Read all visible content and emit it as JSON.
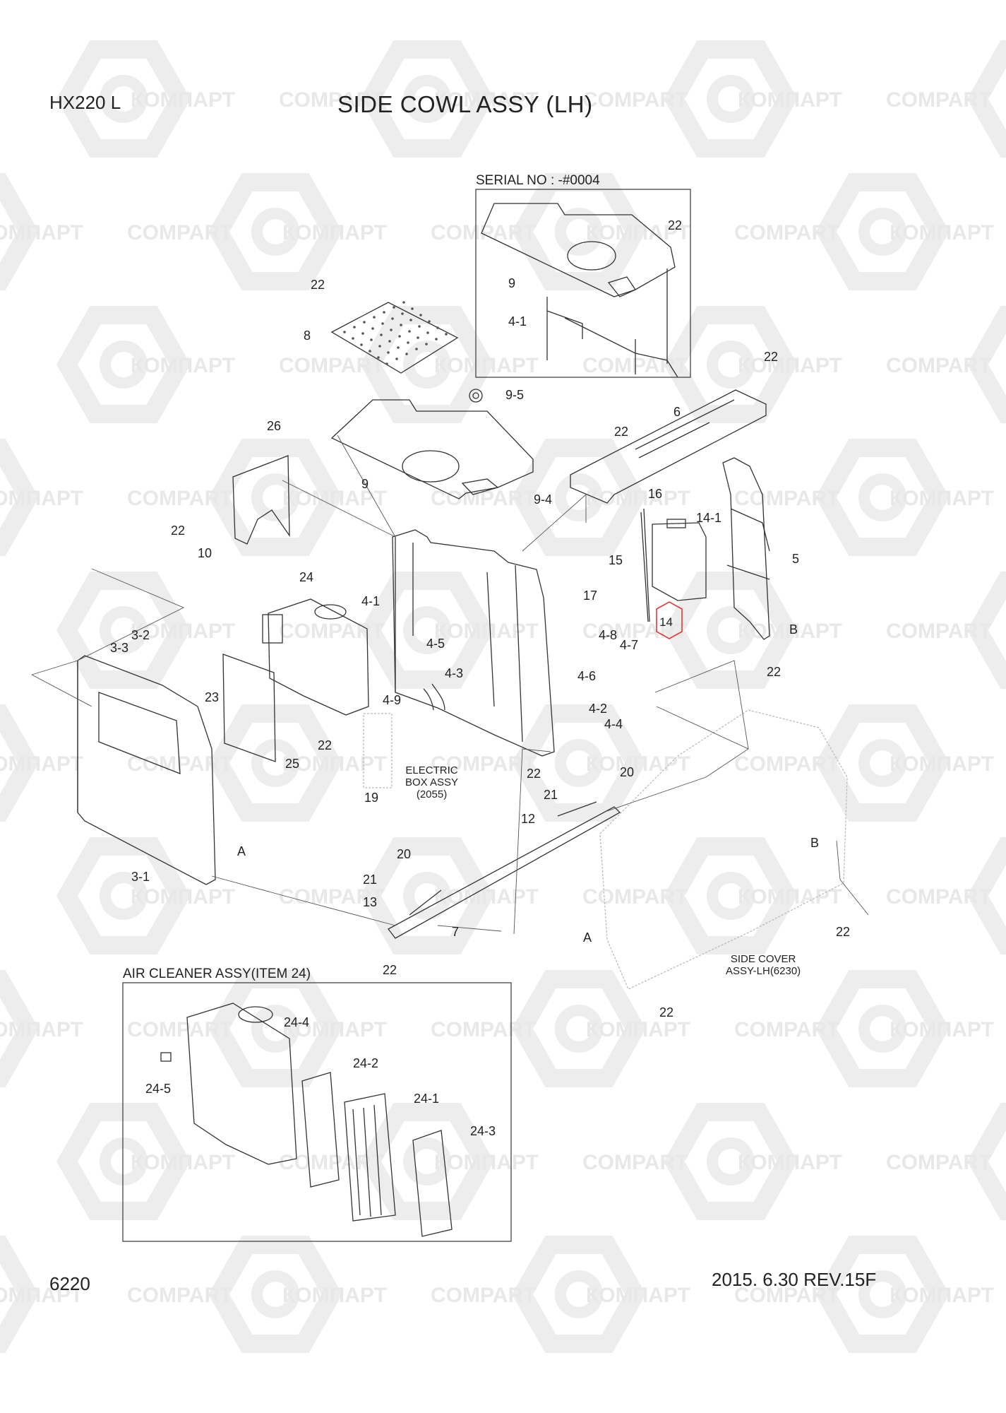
{
  "header": {
    "model": "HX220 L",
    "title": "SIDE COWL ASSY (LH)"
  },
  "footer": {
    "page_number": "6220",
    "revision": "2015. 6.30  REV.15F"
  },
  "watermark": {
    "latin": "COMPART",
    "cyrillic": "КОМПАРТ"
  },
  "sections": {
    "serial": "SERIAL NO : -#0004",
    "air_cleaner": "AIR CLEANER ASSY(ITEM 24)"
  },
  "notes": {
    "electric_box": [
      "ELECTRIC",
      "BOX ASSY",
      "(2055)"
    ],
    "side_cover": [
      "SIDE COVER",
      "ASSY-LH(6230)"
    ]
  },
  "highlight": {
    "part": "14",
    "color": "#e53935"
  },
  "callouts": {
    "c1": "22",
    "c2": "9",
    "c3": "4-1",
    "c4": "22",
    "c5": "8",
    "c6": "22",
    "c7": "9-5",
    "c8": "6",
    "c9": "26",
    "c10": "22",
    "c11": "9",
    "c12": "9-4",
    "c13": "22",
    "c14": "10",
    "c15": "16",
    "c16": "14-1",
    "c17": "15",
    "c18": "5",
    "c19": "24",
    "c20": "4-1",
    "c21": "17",
    "c22": "B",
    "c23": "3-2",
    "c24": "3-3",
    "c25": "4-5",
    "c26": "4-8",
    "c27": "4-7",
    "c28": "22",
    "c29": "23",
    "c30": "4-3",
    "c31": "4-6",
    "c32": "4-9",
    "c33": "4-2",
    "c34": "4-4",
    "c35": "22",
    "c36": "25",
    "c37": "22",
    "c38": "20",
    "c39": "19",
    "c40": "21",
    "c41": "12",
    "c42": "A",
    "c43": "3-1",
    "c44": "20",
    "c45": "B",
    "c46": "21",
    "c47": "13",
    "c48": "7",
    "c49": "22",
    "c50": "22",
    "c51": "A",
    "c52": "22",
    "c53": "24-4",
    "c54": "24-2",
    "c55": "24-5",
    "c56": "24-1",
    "c57": "24-3"
  }
}
